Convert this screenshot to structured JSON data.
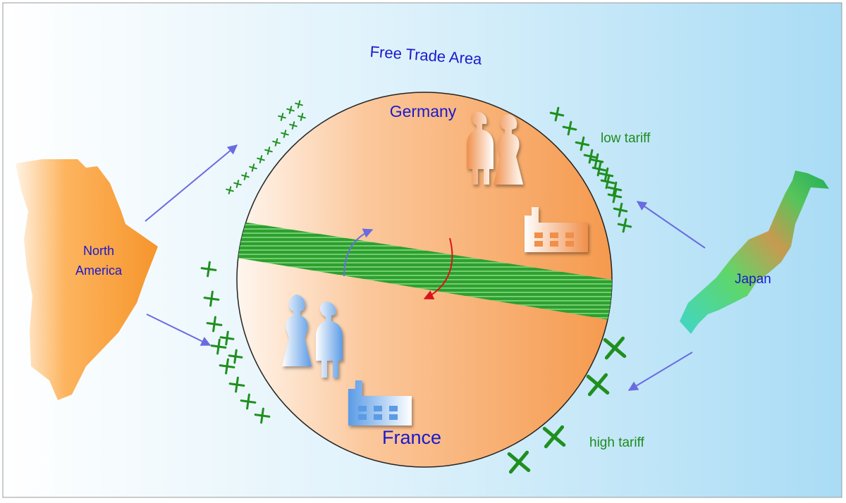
{
  "diagram": {
    "title": "Free Trade Area",
    "labels": {
      "germany": "Germany",
      "france": "France",
      "north_america": [
        "North",
        "America"
      ],
      "japan": "Japan",
      "low_tariff": "low tariff",
      "high_tariff": "high tariff"
    },
    "colors": {
      "title_text": "#1a1acc",
      "tariff_text": "#1e8c1e",
      "tariff_mark": "#1f8f1f",
      "arrow_import": "#6b6be0",
      "arrow_internal_red": "#d8141b",
      "circle_orange": "#f7a25a",
      "band_green": "#2a9a2a"
    },
    "icons": [
      "pie-icon",
      "car-icon",
      "factory-icon",
      "people-icon",
      "map-shape"
    ]
  }
}
